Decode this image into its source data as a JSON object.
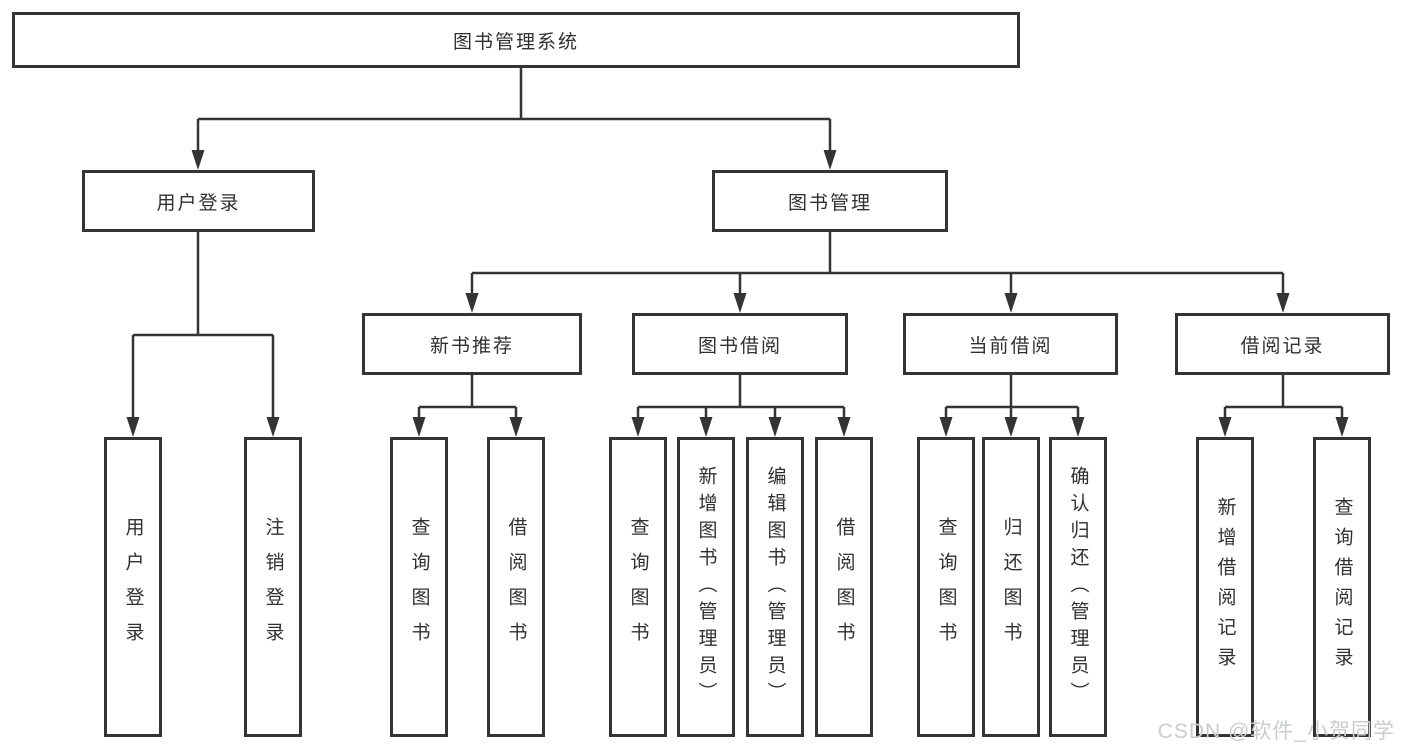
{
  "tree": {
    "label": "图书管理系统",
    "children": [
      {
        "label": "用户登录",
        "children": [
          {
            "label": "用户登录"
          },
          {
            "label": "注销登录"
          }
        ]
      },
      {
        "label": "图书管理",
        "children": [
          {
            "label": "新书推荐",
            "children": [
              {
                "label": "查询图书"
              },
              {
                "label": "借阅图书"
              }
            ]
          },
          {
            "label": "图书借阅",
            "children": [
              {
                "label": "查询图书"
              },
              {
                "label": "新增图书（管理员）"
              },
              {
                "label": "编辑图书（管理员）"
              },
              {
                "label": "借阅图书"
              }
            ]
          },
          {
            "label": "当前借阅",
            "children": [
              {
                "label": "查询图书"
              },
              {
                "label": "归还图书"
              },
              {
                "label": "确认归还（管理员）"
              }
            ]
          },
          {
            "label": "借阅记录",
            "children": [
              {
                "label": "新增借阅记录"
              },
              {
                "label": "查询借阅记录"
              }
            ]
          }
        ]
      }
    ]
  },
  "watermark": {
    "text": "CSDN @软件_小贺同学",
    "color": "#c9ccd1"
  },
  "colors": {
    "line": "#343434",
    "text": "#303030",
    "background": "#ffffff"
  }
}
